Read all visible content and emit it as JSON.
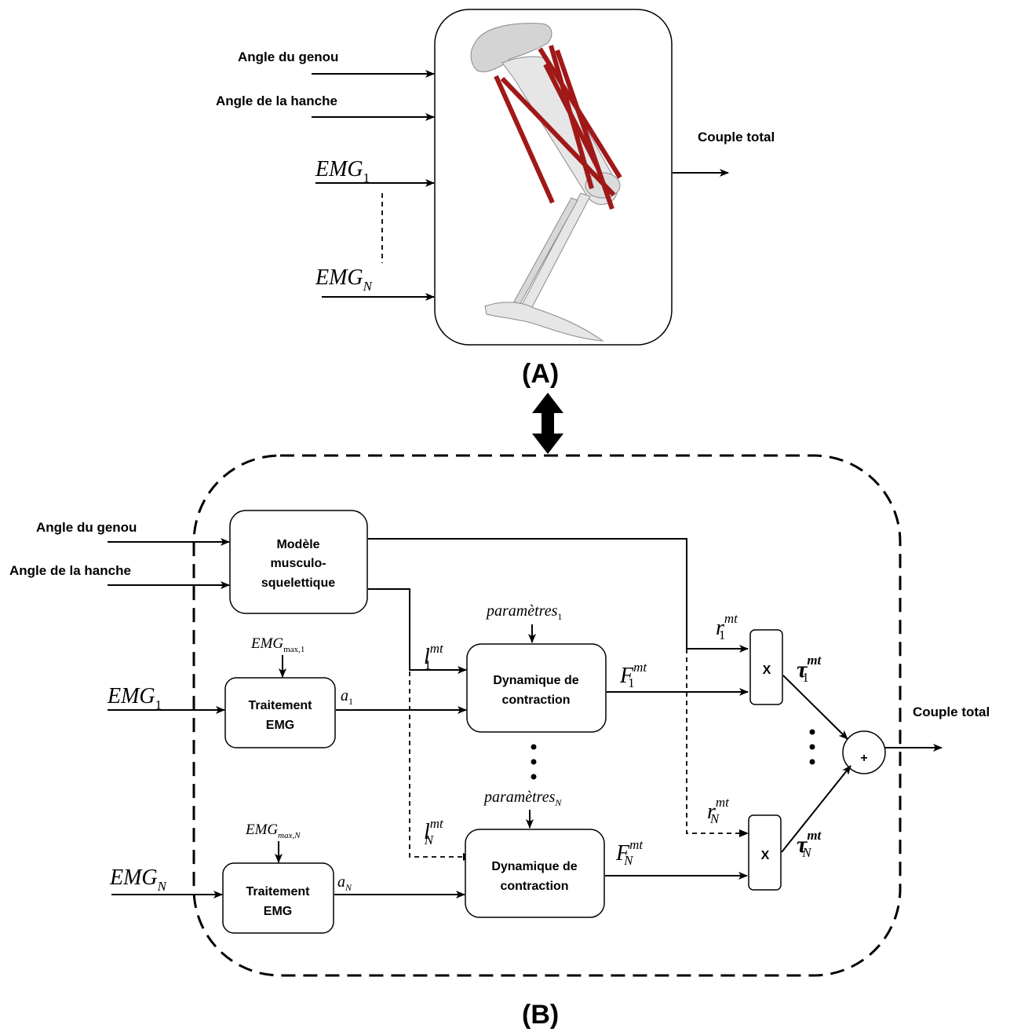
{
  "panel_a": {
    "inputs": {
      "knee": "Angle du genou",
      "hip": "Angle de la hanche",
      "emg1": {
        "base": "EMG",
        "sub": "1"
      },
      "emgN": {
        "base": "EMG",
        "sub": "N"
      }
    },
    "output": "Couple total",
    "caption": "(A)"
  },
  "panel_b": {
    "inputs": {
      "knee": "Angle du genou",
      "hip": "Angle de la hanche",
      "emg1": {
        "base": "EMG",
        "sub": "1"
      },
      "emgN": {
        "base": "EMG",
        "sub": "N"
      }
    },
    "musculo_model": [
      "Modèle",
      "musculo-",
      "squelettique"
    ],
    "emg_processing": [
      "Traitement",
      "EMG"
    ],
    "contraction": [
      "Dynamique de",
      "contraction"
    ],
    "emg_max_1": {
      "base": "EMG",
      "sub": "max,1"
    },
    "emg_max_N": {
      "base": "EMG",
      "sub": "max,N"
    },
    "params_1": {
      "base": "paramètres",
      "sub": "1"
    },
    "params_N": {
      "base": "paramètres",
      "sub": "N"
    },
    "a_1": {
      "base": "a",
      "sub": "1"
    },
    "a_N": {
      "base": "a",
      "sub": "N"
    },
    "l_1": {
      "base": "l",
      "sub": "1",
      "sup": "mt"
    },
    "l_N": {
      "base": "l",
      "sub": "N",
      "sup": "mt"
    },
    "F_1": {
      "base": "F",
      "sub": "1",
      "sup": "mt"
    },
    "F_N": {
      "base": "F",
      "sub": "N",
      "sup": "mt"
    },
    "r_1": {
      "base": "r",
      "sub": "1",
      "sup": "mt"
    },
    "r_N": {
      "base": "r",
      "sub": "N",
      "sup": "mt"
    },
    "tau_1": {
      "base": "τ",
      "sub": "1",
      "sup": "mt"
    },
    "tau_N": {
      "base": "τ",
      "sub": "N",
      "sup": "mt"
    },
    "multiply": "X",
    "sum": "+",
    "output": "Couple total",
    "caption": "(B)"
  }
}
